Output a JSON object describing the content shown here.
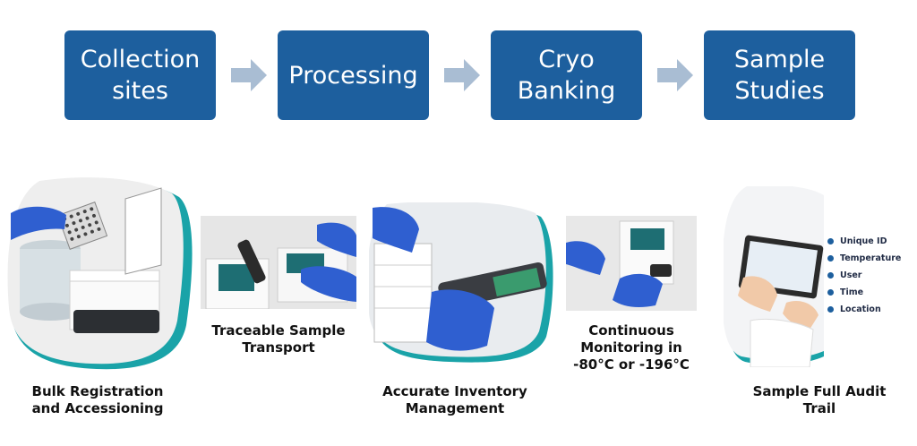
{
  "steps": [
    {
      "line1": "Collection",
      "line2": "sites"
    },
    {
      "line1": "Processing",
      "line2": ""
    },
    {
      "line1": "Cryo",
      "line2": "Banking"
    },
    {
      "line1": "Sample",
      "line2": "Studies"
    }
  ],
  "captions": [
    {
      "line1": "Bulk Registration",
      "line2": "and Accessioning",
      "line3": ""
    },
    {
      "line1": "Traceable Sample",
      "line2": "Transport",
      "line3": ""
    },
    {
      "line1": "Accurate Inventory",
      "line2": "Management",
      "line3": ""
    },
    {
      "line1": "Continuous",
      "line2": "Monitoring in",
      "line3": "-80°C or -196°C"
    },
    {
      "line1": "Sample Full Audit",
      "line2": "Trail",
      "line3": ""
    }
  ],
  "audit_fields": [
    "Unique ID",
    "Temperature",
    "User",
    "Time",
    "Location"
  ],
  "colors": {
    "step_box": "#1d5f9e",
    "arrow": "#a9bdd3",
    "accent_teal": "#1aa3a8",
    "glove_blue": "#2f5fd0"
  }
}
